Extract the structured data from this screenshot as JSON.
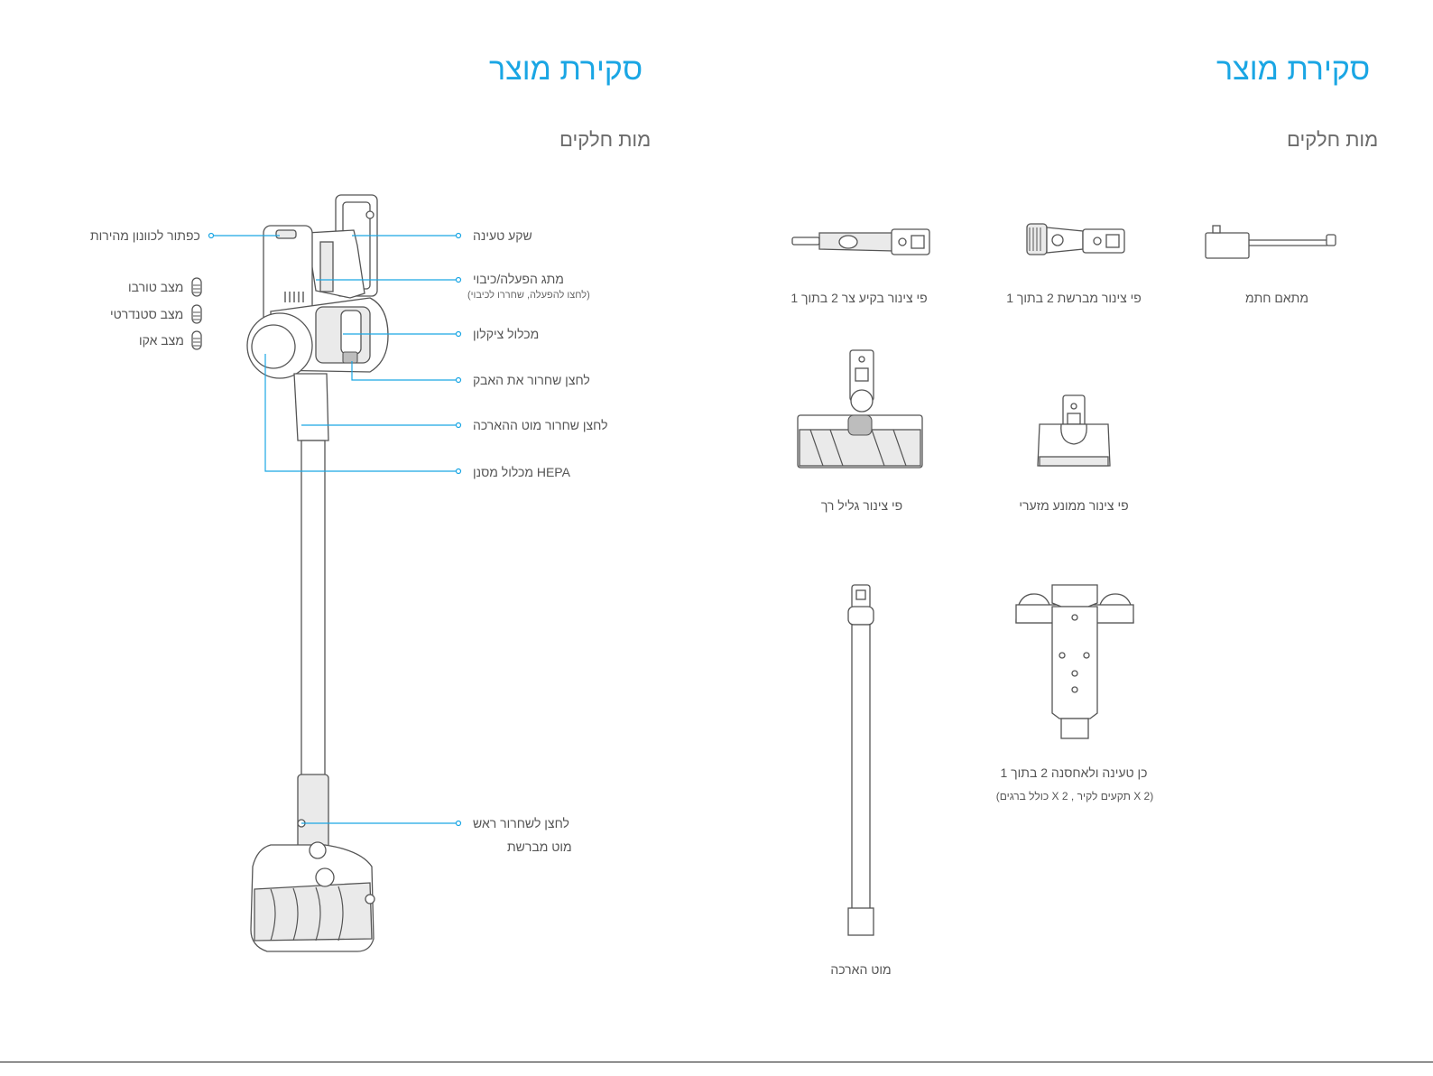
{
  "left_page": {
    "title": "סקירת מוצר",
    "subtitle": "מות חלקים",
    "callouts_right": {
      "charging_port": "שקע טעינה",
      "power_switch": "מתג הפעלה/כיבוי",
      "power_switch_note": "(לחצו להפעלה, שחררו לכיבוי)",
      "cyclone_filter": "מכלול ציקלון",
      "dust_release": "לחצן שחרור את האבק",
      "extension_release": "לחצן שחרור  מוט ההארכה",
      "hepa_filter": "מכלול מסנן  HEPA",
      "head_release_line1": "לחצן לשחרור ראש",
      "head_release_line2": "מוט מברשת"
    },
    "callouts_left": {
      "mode_button": "כפתור לכוונון מהירות",
      "turbo_mode": "מצב טורבו",
      "standard_mode": "מצב סטנדרטי",
      "eco_mode": "מצב אקו"
    }
  },
  "right_page": {
    "title": "סקירת מוצר",
    "subtitle": "מות חלקים",
    "items": {
      "adapter": "מתאם חתמ",
      "brush_nozzle": "פי צינור מברשת 2 בתוך 1",
      "crevice_nozzle": "פי צינור בקיע צר 2 בתוך 1",
      "mini_motor_brush": "פי צינור ממונע מזערי",
      "soft_roller_brush": "פי צינור גליל רך",
      "wall_mount": "כן טעינה ולאחסנה 2 בתוך 1",
      "wall_mount_note": "(כולל ברגים X 2 , תקעים לקיר X 2)",
      "extension_tube": "מוט הארכה"
    }
  }
}
